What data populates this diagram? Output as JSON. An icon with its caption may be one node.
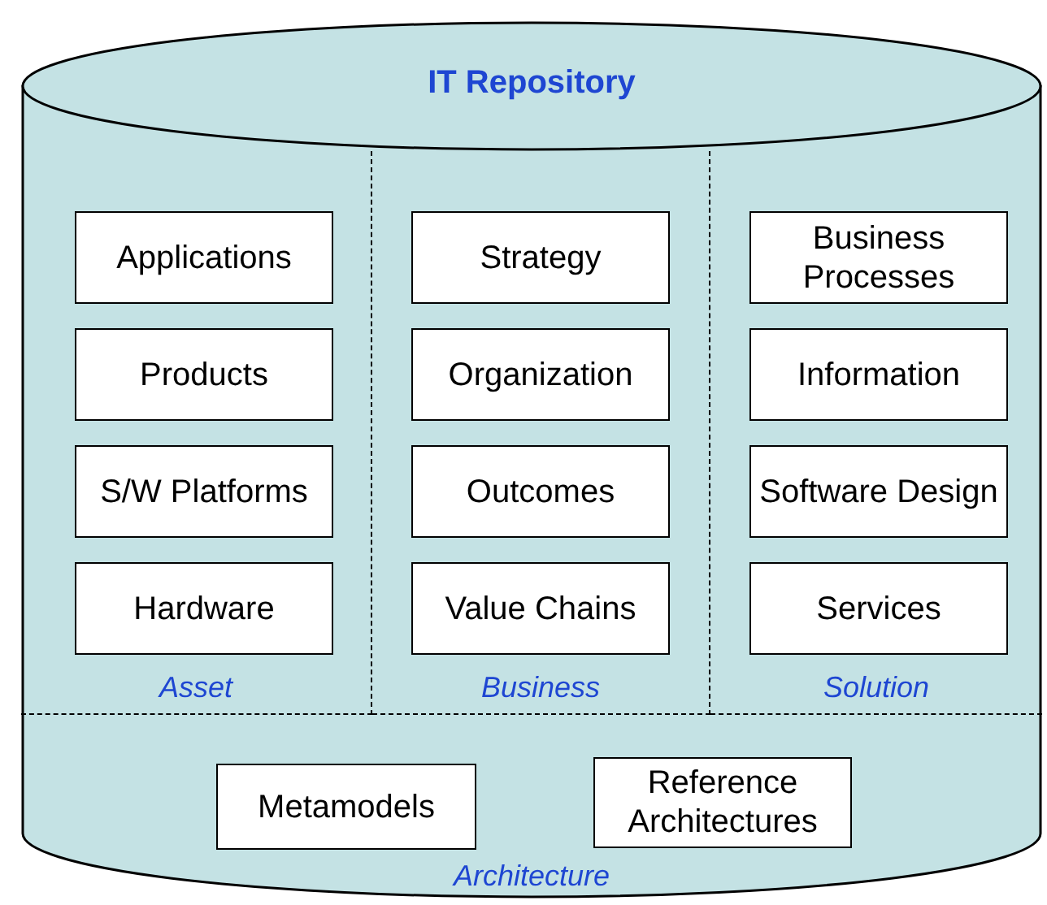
{
  "diagram": {
    "nodes": [
      {
        "text": [
          "IT Repository"
        ]
      },
      {
        "text": [
          "Asset"
        ],
        "in": 0
      },
      {
        "text": [
          "Applications"
        ],
        "in": 1
      },
      {
        "text": [
          "Products"
        ],
        "in": 1
      },
      {
        "text": [
          "S/W Platforms"
        ],
        "in": 1
      },
      {
        "text": [
          "Hardware"
        ],
        "in": 1
      },
      {
        "text": [
          "Business"
        ],
        "in": 0
      },
      {
        "text": [
          "Strategy"
        ],
        "in": 6
      },
      {
        "text": [
          "Organization"
        ],
        "in": 6
      },
      {
        "text": [
          "Outcomes"
        ],
        "in": 6
      },
      {
        "text": [
          "Value Chains"
        ],
        "in": 6
      },
      {
        "text": [
          "Solution"
        ],
        "in": 0
      },
      {
        "text": [
          "Business Processes"
        ],
        "in": 11
      },
      {
        "text": [
          "Information"
        ],
        "in": 11
      },
      {
        "text": [
          "Software Design"
        ],
        "in": 11
      },
      {
        "text": [
          "Services"
        ],
        "in": 11
      },
      {
        "text": [
          "Architecture"
        ],
        "in": 0
      },
      {
        "text": [
          "Metamodels"
        ],
        "in": 16
      },
      {
        "text": [
          "Reference Architectures"
        ],
        "in": 16
      }
    ]
  }
}
